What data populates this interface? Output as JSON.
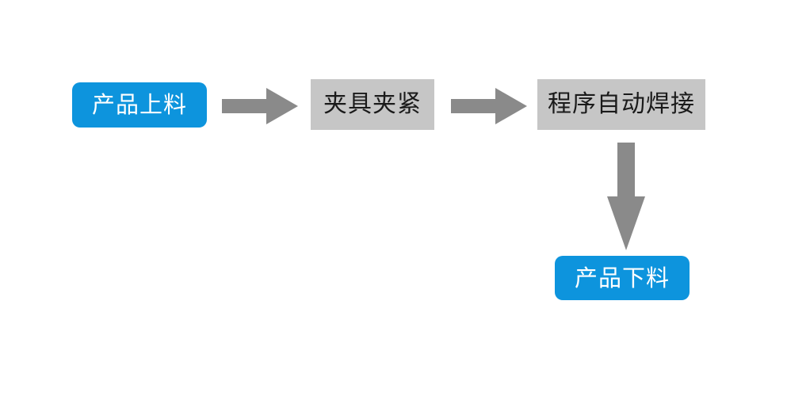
{
  "diagram": {
    "title": "",
    "background": "#ffffff",
    "colors": {
      "node_blue": "#0d94dd",
      "node_blue_text": "#ffffff",
      "node_gray": "#c6c6c6",
      "node_gray_text": "#1a1a1a",
      "arrow_gray": "#8a8a8a"
    },
    "nodes": [
      {
        "id": "load",
        "label": "产品上料",
        "style": "blue-rounded"
      },
      {
        "id": "clamp",
        "label": "夹具夹紧",
        "style": "gray-rect"
      },
      {
        "id": "weld",
        "label": "程序自动焊接",
        "style": "gray-rect"
      },
      {
        "id": "unload",
        "label": "产品下料",
        "style": "blue-rounded"
      }
    ],
    "arrows": [
      {
        "id": "arrow-1",
        "from": "load",
        "to": "clamp",
        "direction": "right"
      },
      {
        "id": "arrow-2",
        "from": "clamp",
        "to": "weld",
        "direction": "right"
      },
      {
        "id": "arrow-3",
        "from": "weld",
        "to": "unload",
        "direction": "down"
      }
    ]
  }
}
